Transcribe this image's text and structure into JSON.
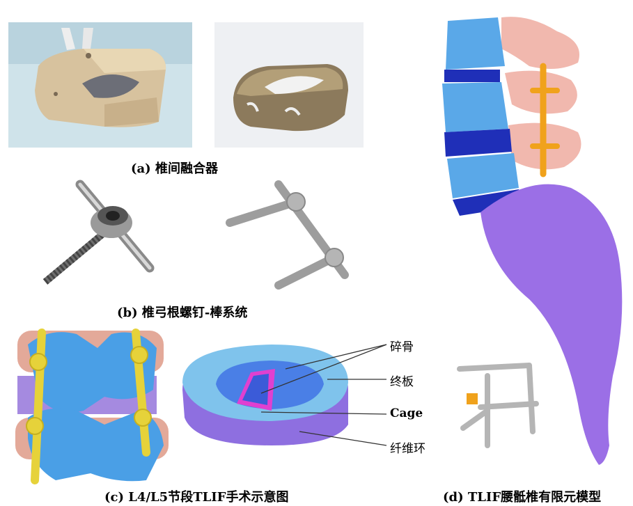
{
  "captions": {
    "a": "(a) 椎间融合器",
    "b": "(b) 椎弓根螺钉-棒系统",
    "c": "(c) L4/L5节段TLIF手术示意图",
    "d": "(d) TLIF腰骶椎有限元模型"
  },
  "labels": {
    "bone_graft": "碎骨",
    "endplate": "终板",
    "cage": "Cage",
    "annulus": "纤维环"
  },
  "colors": {
    "vertebra_blue": "#5aa8e8",
    "disc_dark_blue": "#1f2fb8",
    "sacrum_purple": "#9b6fe6",
    "posterior_pink": "#f1b8ae",
    "rod_orange": "#f0a21c",
    "rod_yellow": "#e6d23a",
    "cage_magenta": "#e040d0",
    "metal_gray": "#b5b5b5"
  }
}
